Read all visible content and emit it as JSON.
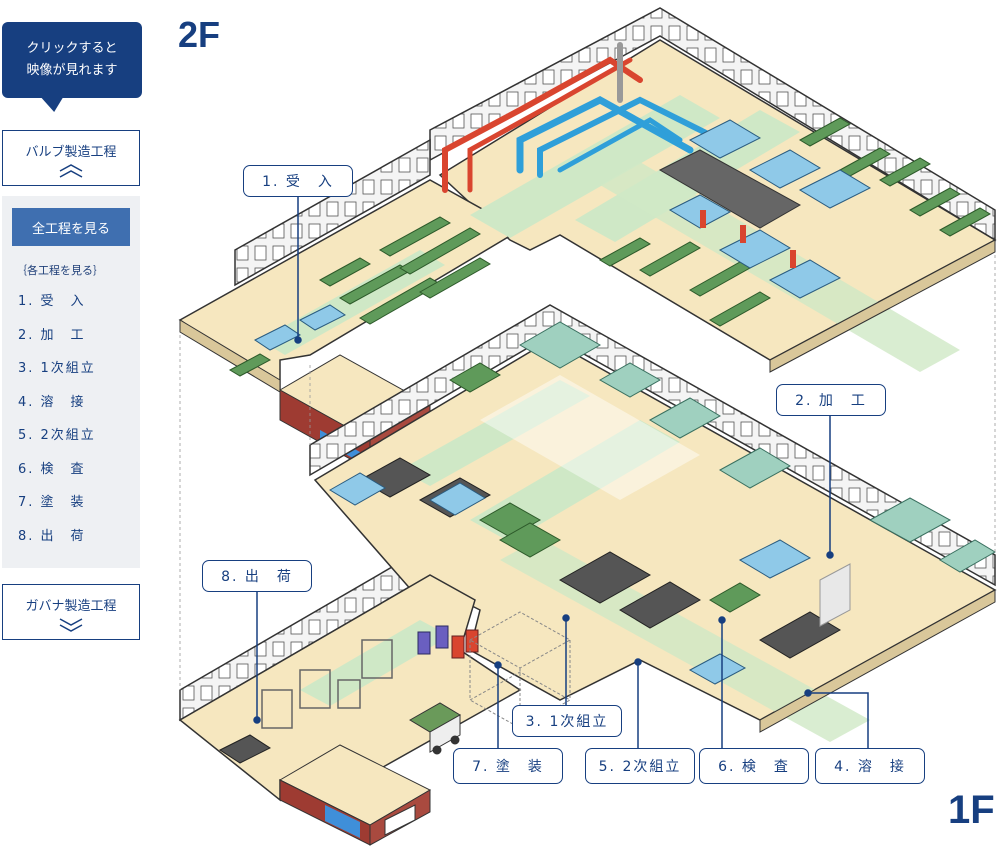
{
  "sidebar": {
    "bubble_text": "クリックすると\n映像が見れます",
    "valve_process": "バルブ製造工程",
    "all_processes_button": "全工程を見る",
    "sub_heading": "｛各工程を見る｝",
    "steps": [
      "1. 受　入",
      "2. 加　工",
      "3. 1次組立",
      "4. 溶　接",
      "5. 2次組立",
      "6. 検　査",
      "7. 塗　装",
      "8. 出　荷"
    ],
    "governor_process": "ガバナ製造工程"
  },
  "floors": {
    "upper": "2F",
    "lower": "1F"
  },
  "callouts": {
    "receiving": "1. 受　入",
    "machining": "2. 加　工",
    "shipping": "8. 出　荷",
    "primary_assembly": "3. 1次組立",
    "painting": "7. 塗　装",
    "secondary_assembly": "5. 2次組立",
    "inspection": "6. 検　査",
    "welding": "4. 溶　接"
  },
  "colors": {
    "brand_navy": "#173f80",
    "panel_blue": "#3f6fb0",
    "floor_beige": "#f6e7bf",
    "aisle_green": "#cfe8c6",
    "wall_gray": "#e6e6e6",
    "office_red": "#9e3b32"
  }
}
